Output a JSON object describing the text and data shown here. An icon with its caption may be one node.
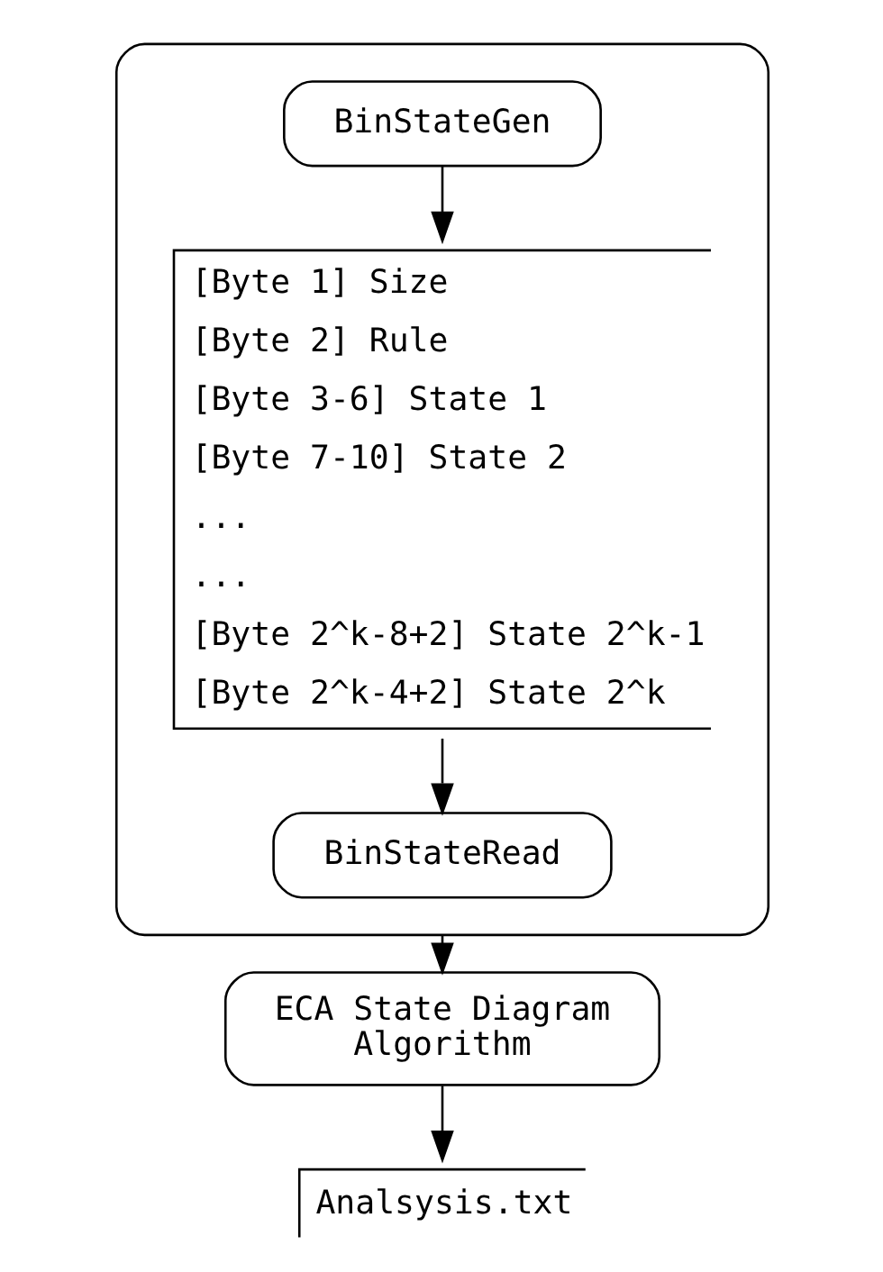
{
  "diagram": {
    "nodes": [
      {
        "text": [],
        "shape": "box"
      },
      {
        "text": [
          "BinStateGen"
        ],
        "in": 0
      },
      {
        "text": [
          "[Byte 1] Size",
          "[Byte 2] Rule",
          "[Byte 3-6] State 1",
          "[Byte 7-10] State 2",
          "...",
          "...",
          "[Byte 2^k-8+2] State 2^k-1",
          "[Byte 2^k-4+2] State 2^k"
        ],
        "in": 0
      },
      {
        "text": [
          "BinStateRead"
        ],
        "in": 0
      },
      {
        "text": [
          "ECA State Diagram Algorithm"
        ]
      },
      {
        "text": [
          "Analsysis.txt"
        ]
      }
    ],
    "edges": [
      {
        "from": 1,
        "to": 2,
        "arrow": "to"
      },
      {
        "from": 2,
        "to": 3,
        "arrow": "to"
      },
      {
        "from": 0,
        "to": 4,
        "arrow": "to"
      },
      {
        "from": 4,
        "to": 5,
        "arrow": "to"
      }
    ]
  }
}
